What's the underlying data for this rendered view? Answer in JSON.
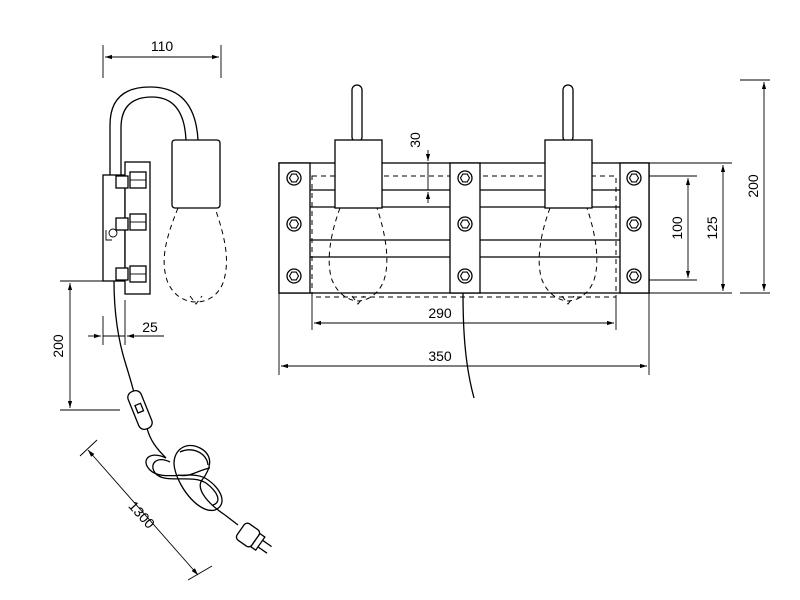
{
  "dimensions": {
    "side_width": "110",
    "canopy_depth": "25",
    "cable_drop": "200",
    "cable_length": "1300",
    "socket_height": "30",
    "bulb_spacing": "290",
    "overall_width": "350",
    "bar_height": "100",
    "plate_height": "125",
    "overall_height": "200"
  }
}
